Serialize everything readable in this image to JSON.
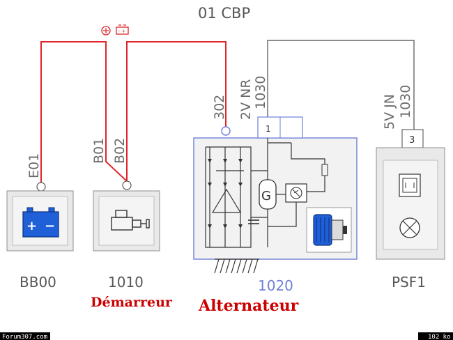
{
  "title": "01 CBP",
  "battery_symbols": "⊕ −+",
  "wire_labels": {
    "e01": "E01",
    "b01": "B01",
    "b02": "B02",
    "w302": "302",
    "nr_color": "2V NR",
    "nr_num": "1030",
    "jn_color": "5V JN",
    "jn_num": "1030"
  },
  "connector_pins": {
    "alt_pin": "1",
    "psf_pin": "3"
  },
  "components": {
    "battery": "BB00",
    "starter": "1010",
    "alternator": "1020",
    "psf": "PSF1"
  },
  "captions": {
    "starter": "Démarreur",
    "alternator": "Alternateur"
  },
  "footer": {
    "left": "Forum307.com",
    "right": "102 ko"
  },
  "colors": {
    "wire_red": "#e0242a",
    "caption_red": "#cc0000",
    "frame_blue": "#6f7fd6",
    "component_blue": "#1f5fd8"
  }
}
